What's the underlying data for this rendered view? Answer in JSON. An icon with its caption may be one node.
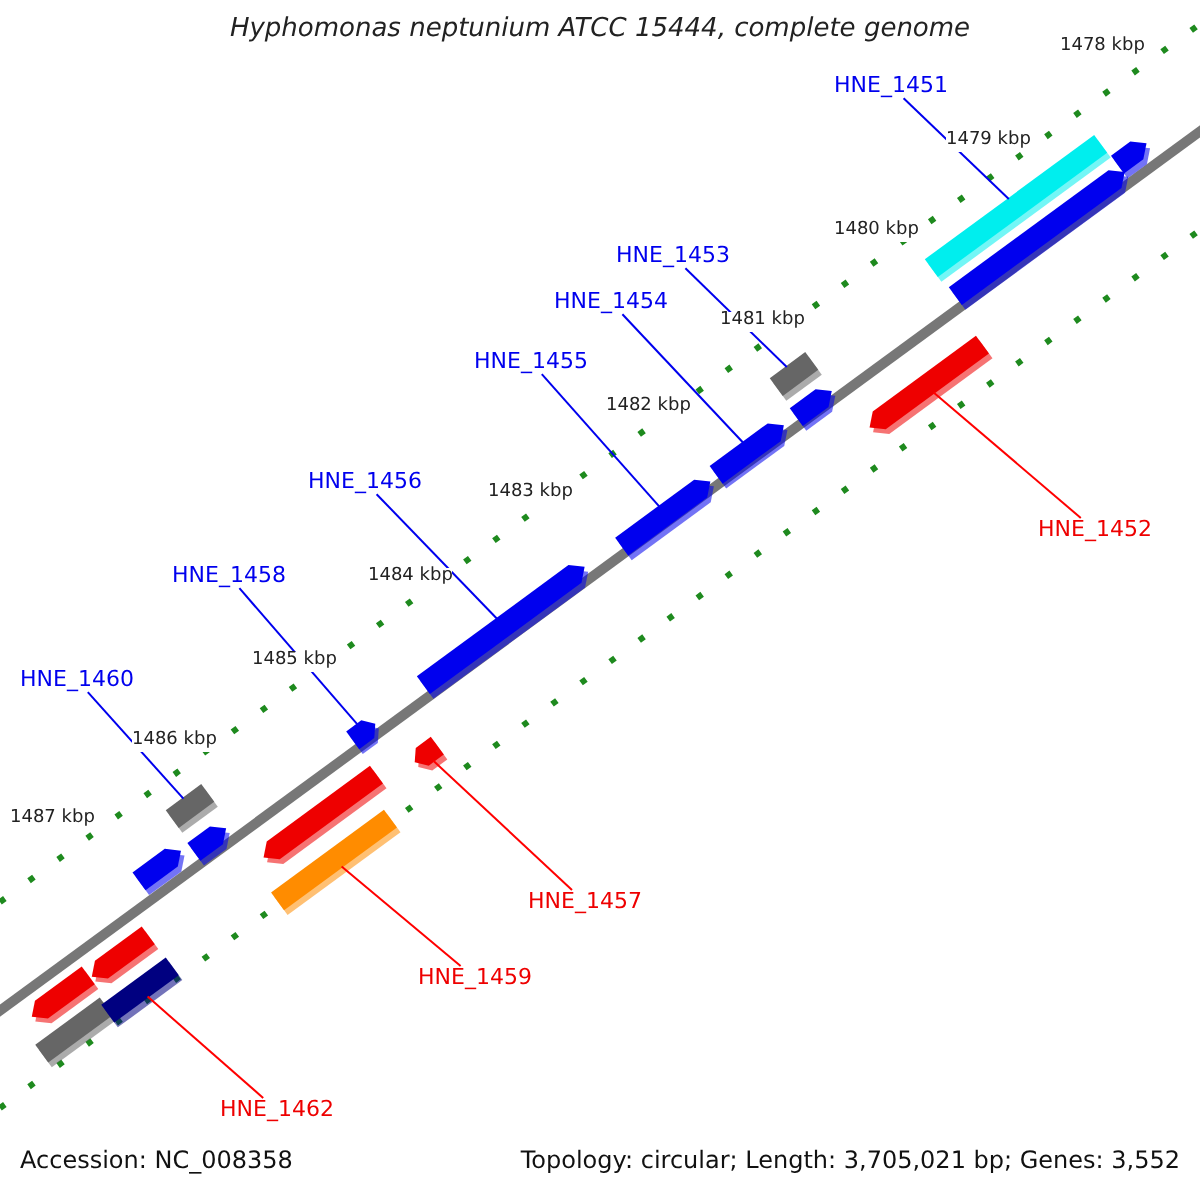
{
  "diagram": {
    "title": "Hyphomonas neptunium ATCC 15444, complete genome",
    "nodes": [
      {
        "text": [
          "HNE_1451"
        ]
      },
      {
        "text": [],
        "shape": "bar"
      },
      {
        "text": [
          "HNE_1453"
        ]
      },
      {
        "text": [],
        "shape": "bar"
      },
      {
        "text": [
          "HNE_1454"
        ]
      },
      {
        "text": [],
        "shape": "bar"
      },
      {
        "text": [
          "HNE_1455"
        ]
      },
      {
        "text": [],
        "shape": "bar"
      },
      {
        "text": [
          "HNE_1456"
        ]
      },
      {
        "text": [],
        "shape": "bar"
      },
      {
        "text": [
          "HNE_1452"
        ]
      },
      {
        "text": [],
        "shape": "bar"
      },
      {
        "text": [
          "HNE_1458"
        ]
      },
      {
        "text": [],
        "shape": "bar"
      },
      {
        "text": [
          "HNE_1460"
        ]
      },
      {
        "text": [],
        "shape": "bar"
      },
      {
        "text": [
          "HNE_1457"
        ]
      },
      {
        "text": [],
        "shape": "bar"
      },
      {
        "text": [
          "HNE_1459"
        ]
      },
      {
        "text": [],
        "shape": "bar"
      },
      {
        "text": [
          "HNE_1462"
        ]
      },
      {
        "text": [],
        "shape": "bar"
      }
    ],
    "edges": [
      {
        "from": 0,
        "to": 1,
        "arrow": "none"
      },
      {
        "from": 2,
        "to": 3,
        "arrow": "none"
      },
      {
        "from": 4,
        "to": 5,
        "arrow": "none"
      },
      {
        "from": 6,
        "to": 7,
        "arrow": "none"
      },
      {
        "from": 8,
        "to": 9,
        "arrow": "none"
      },
      {
        "from": 10,
        "to": 11,
        "arrow": "none",
        "color": "#ff0000"
      },
      {
        "from": 12,
        "to": 13,
        "arrow": "none"
      },
      {
        "from": 14,
        "to": 15,
        "arrow": "none"
      },
      {
        "from": 16,
        "to": 17,
        "arrow": "none",
        "color": "#ff0000"
      },
      {
        "from": 18,
        "to": 19,
        "arrow": "none",
        "color": "#ff0000"
      },
      {
        "from": 20,
        "to": 21,
        "arrow": "none",
        "color": "#ff0000"
      }
    ],
    "labels": [
      "1478 kbp",
      "1479 kbp",
      "1480 kbp",
      "1481 kbp",
      "1482 kbp",
      "1483 kbp",
      "1484 kbp",
      "1485 kbp",
      "1486 kbp",
      "1487 kbp",
      "Accession: NC_008358",
      "Topology: circular; Length: 3,705,021 bp; Genes: 3,552"
    ]
  }
}
